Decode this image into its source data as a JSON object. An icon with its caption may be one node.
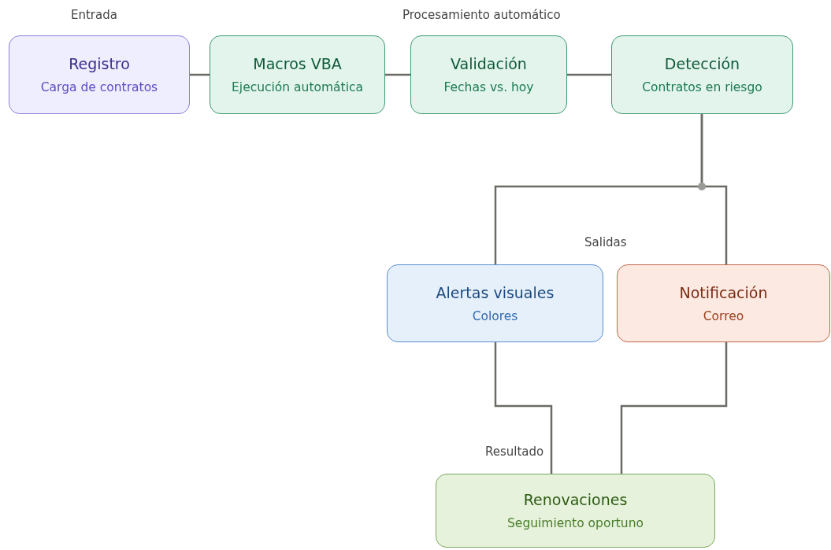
{
  "diagram": {
    "nodes": [
      {
        "text": [
          "Registro",
          "Carga de contratos"
        ]
      },
      {
        "text": [
          "Macros VBA",
          "Ejecución automática"
        ]
      },
      {
        "text": [
          "Validación",
          "Fechas vs. hoy"
        ]
      },
      {
        "text": [
          "Detección",
          "Contratos en riesgo"
        ]
      },
      {
        "text": [
          "Alertas visuales",
          "Colores"
        ]
      },
      {
        "text": [
          "Notificación",
          "Correo"
        ]
      },
      {
        "text": [
          "Renovaciones",
          "Seguimiento oportuno"
        ]
      }
    ],
    "edges": [
      {
        "from": 0,
        "to": 1,
        "arrow": "none"
      },
      {
        "from": 1,
        "to": 2,
        "arrow": "none"
      },
      {
        "from": 2,
        "to": 3,
        "arrow": "none"
      },
      {
        "from": 3,
        "to": 4,
        "arrow": "none"
      },
      {
        "from": 3,
        "to": 5,
        "arrow": "none"
      },
      {
        "from": 4,
        "to": 6,
        "arrow": "none"
      },
      {
        "from": 5,
        "to": 6,
        "arrow": "none"
      }
    ],
    "labels": [
      "Entrada",
      "Procesamiento automático",
      "Salidas",
      "Resultado"
    ]
  }
}
